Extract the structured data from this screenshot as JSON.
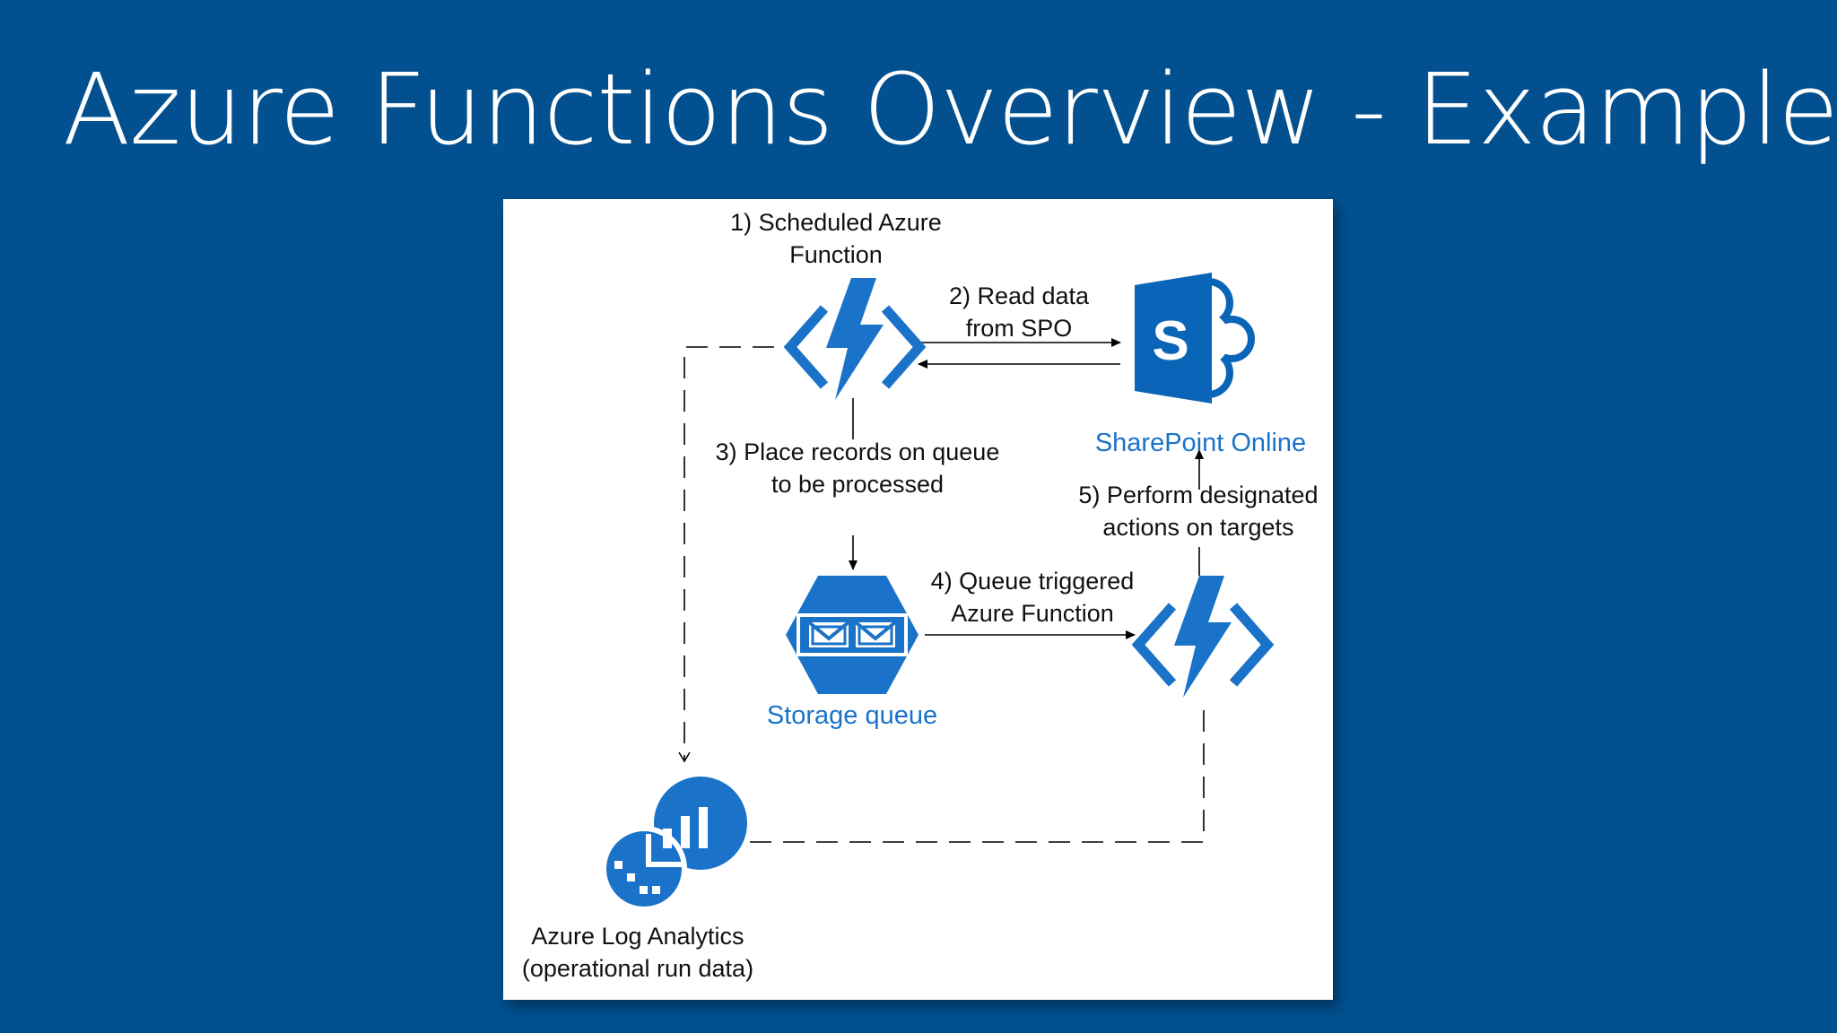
{
  "slide": {
    "title": "Azure Functions Overview - Example"
  },
  "diagram": {
    "steps": {
      "step1": [
        "1) Scheduled Azure",
        "Function"
      ],
      "step2": [
        "2) Read data",
        "from SPO"
      ],
      "step3": [
        "3) Place records on queue",
        "to be processed"
      ],
      "step4": [
        "4) Queue triggered",
        "Azure Function"
      ],
      "step5": [
        "5) Perform designated",
        "actions on targets"
      ]
    },
    "nodes": {
      "sharepoint_label": "SharePoint Online",
      "sharepoint_letter": "S",
      "storage_label": "Storage queue",
      "analytics_label": [
        "Azure Log Analytics",
        "(operational run data)"
      ]
    },
    "colors": {
      "background": "#02508f",
      "icon_blue": "#1a73c9",
      "sharepoint_blue": "#0a64b8",
      "label_blue": "#1a73c9"
    },
    "icons": [
      "azure-function-icon",
      "sharepoint-icon",
      "storage-queue-icon",
      "log-analytics-icon"
    ]
  }
}
